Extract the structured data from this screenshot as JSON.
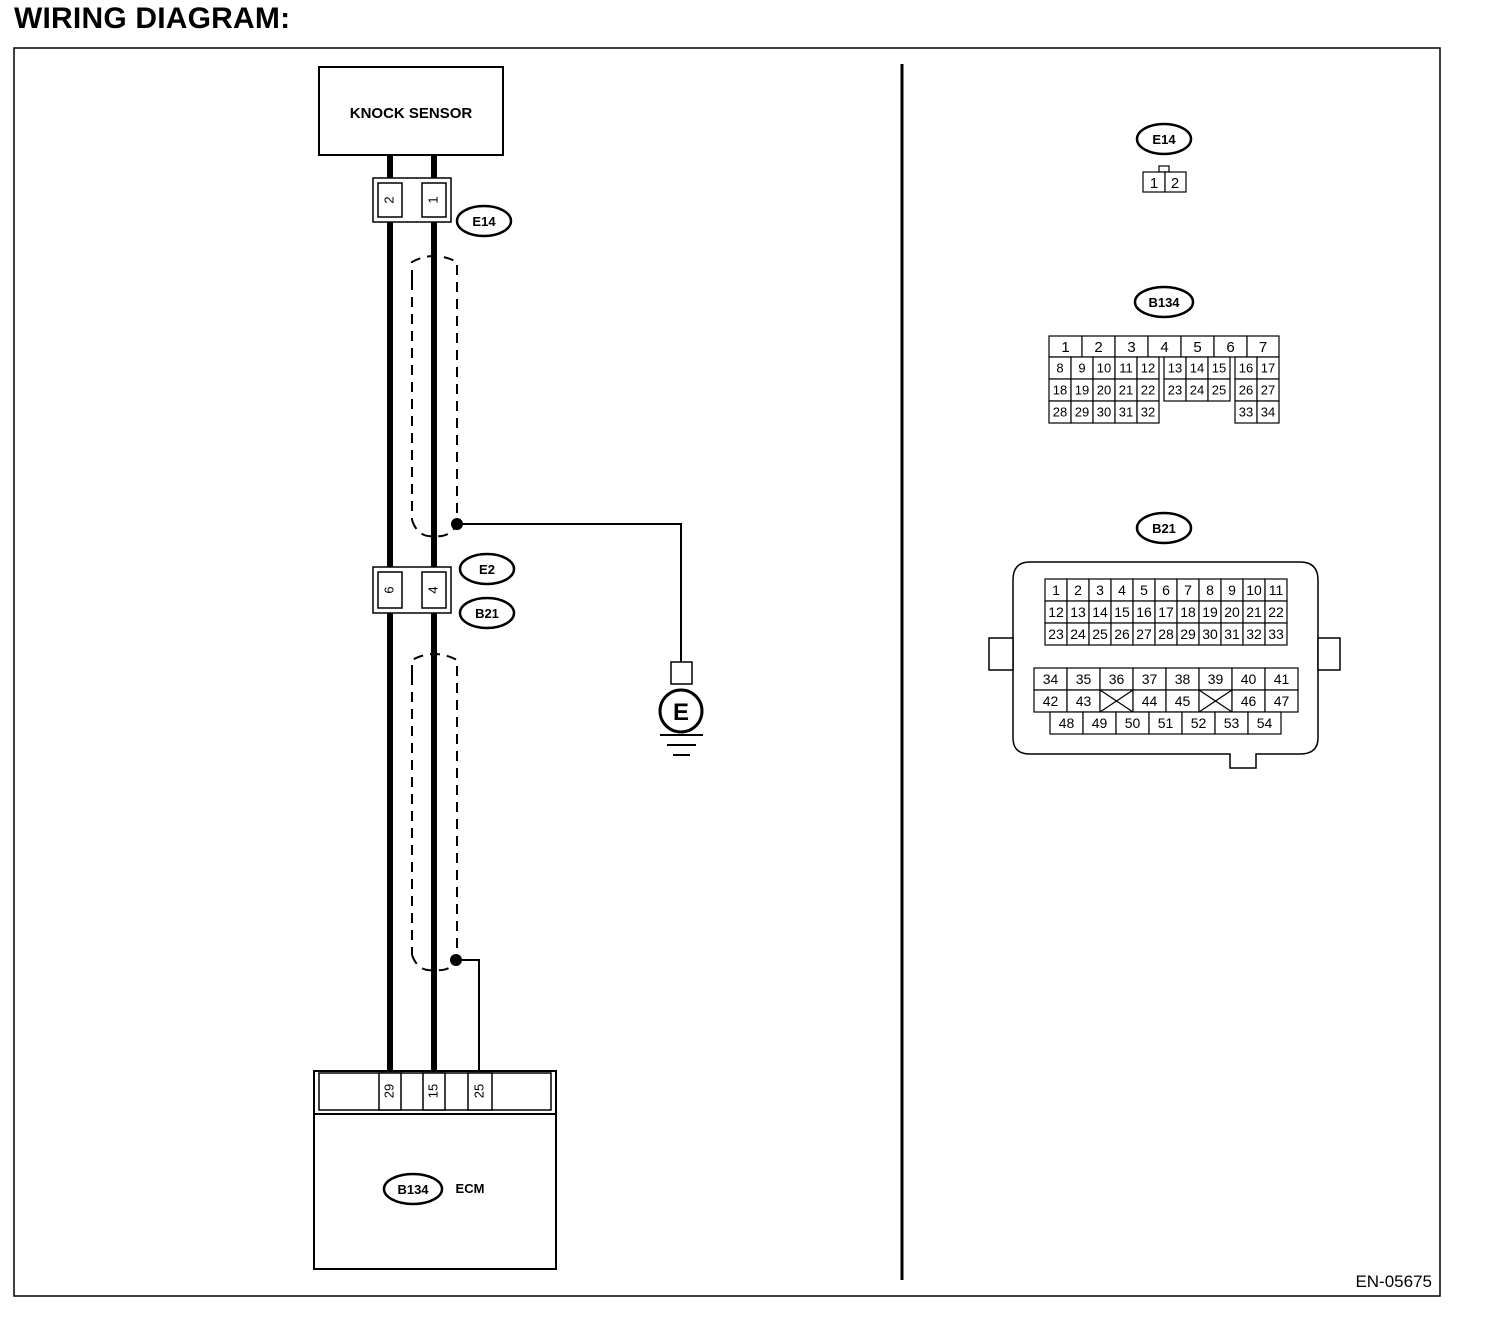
{
  "title": "WIRING DIAGRAM:",
  "figure_code": "EN-05675",
  "ground_symbol": "E",
  "components": {
    "knock_sensor": "KNOCK SENSOR",
    "ecm": "ECM",
    "ecm_connector": "B134"
  },
  "wiring": {
    "sensor_connector": {
      "id": "E14",
      "pins": [
        "2",
        "1"
      ]
    },
    "joint_connector": {
      "ids": [
        "E2",
        "B21"
      ],
      "pins": [
        "6",
        "4"
      ]
    },
    "ecm_pins": [
      "29",
      "15",
      "25"
    ]
  },
  "connector_views": {
    "e14": {
      "id": "E14",
      "pins": [
        "1",
        "2"
      ]
    },
    "b134": {
      "id": "B134",
      "row1": [
        "1",
        "2",
        "3",
        "4",
        "5",
        "6",
        "7"
      ],
      "row2": [
        "8",
        "9",
        "10",
        "11",
        "12",
        "13",
        "14",
        "15",
        "16",
        "17"
      ],
      "row3": [
        "18",
        "19",
        "20",
        "21",
        "22",
        "23",
        "24",
        "25",
        "26",
        "27"
      ],
      "row4": [
        "28",
        "29",
        "30",
        "31",
        "32",
        "33",
        "34"
      ]
    },
    "b21": {
      "id": "B21",
      "row1": [
        "1",
        "2",
        "3",
        "4",
        "5",
        "6",
        "7",
        "8",
        "9",
        "10",
        "11"
      ],
      "row2": [
        "12",
        "13",
        "14",
        "15",
        "16",
        "17",
        "18",
        "19",
        "20",
        "21",
        "22"
      ],
      "row3": [
        "23",
        "24",
        "25",
        "26",
        "27",
        "28",
        "29",
        "30",
        "31",
        "32",
        "33"
      ],
      "row4": [
        "34",
        "35",
        "36",
        "37",
        "38",
        "39",
        "40",
        "41"
      ],
      "row5": [
        "42",
        "43",
        "44",
        "45",
        "46",
        "47"
      ],
      "row6": [
        "48",
        "49",
        "50",
        "51",
        "52",
        "53",
        "54"
      ]
    }
  }
}
